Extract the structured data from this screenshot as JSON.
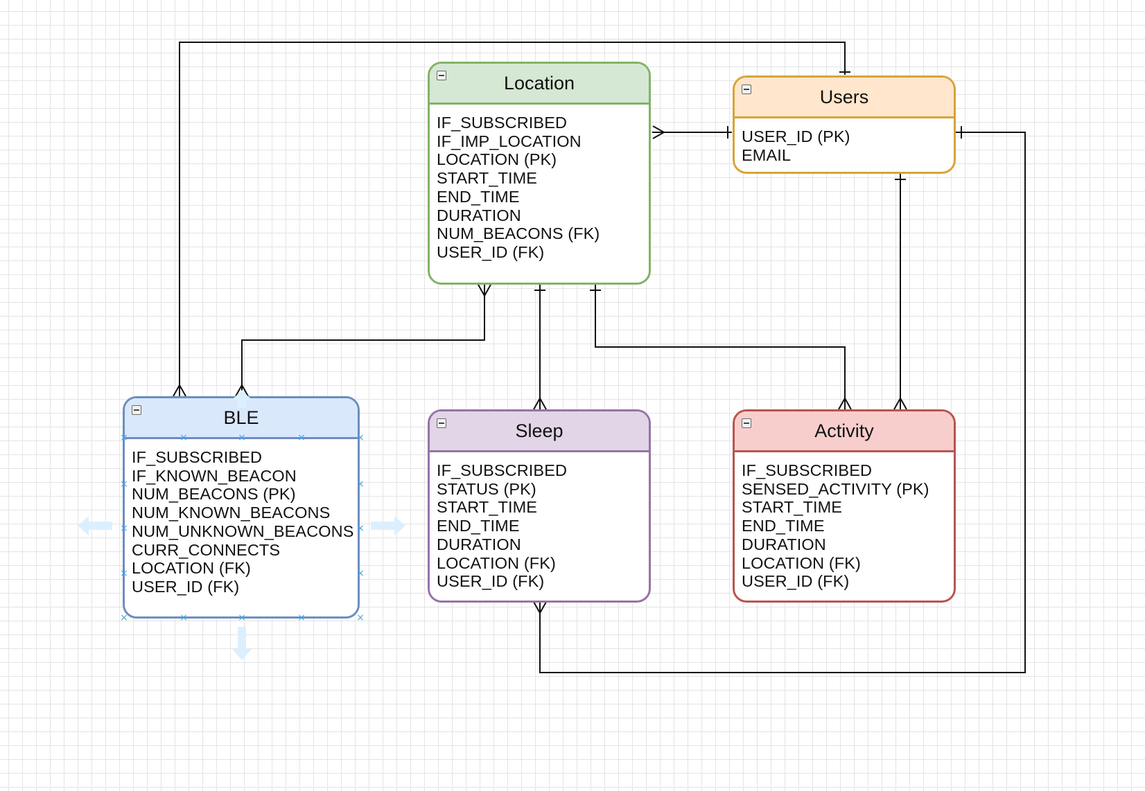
{
  "entities": {
    "location": {
      "title": "Location",
      "fields": [
        "IF_SUBSCRIBED",
        "IF_IMP_LOCATION",
        "LOCATION (PK)",
        "START_TIME",
        "END_TIME",
        "DURATION",
        "NUM_BEACONS (FK)",
        "USER_ID (FK)"
      ],
      "colors": {
        "fill": "#d5e8d4",
        "stroke": "#82b366"
      }
    },
    "users": {
      "title": "Users",
      "fields": [
        "USER_ID (PK)",
        "EMAIL"
      ],
      "colors": {
        "fill": "#ffe6cc",
        "stroke": "#d6a43a"
      }
    },
    "ble": {
      "title": "BLE",
      "fields": [
        "IF_SUBSCRIBED",
        "IF_KNOWN_BEACON",
        "NUM_BEACONS (PK)",
        "NUM_KNOWN_BEACONS",
        "NUM_UNKNOWN_BEACONS",
        "CURR_CONNECTS",
        "LOCATION (FK)",
        "USER_ID (FK)"
      ],
      "colors": {
        "fill": "#dae8fc",
        "stroke": "#6c8ebf"
      }
    },
    "sleep": {
      "title": "Sleep",
      "fields": [
        "IF_SUBSCRIBED",
        "STATUS (PK)",
        "START_TIME",
        "END_TIME",
        "DURATION",
        "LOCATION (FK)",
        "USER_ID (FK)"
      ],
      "colors": {
        "fill": "#e1d5e7",
        "stroke": "#9673a6"
      }
    },
    "activity": {
      "title": "Activity",
      "fields": [
        "IF_SUBSCRIBED",
        "SENSED_ACTIVITY (PK)",
        "START_TIME",
        "END_TIME",
        "DURATION",
        "LOCATION (FK)",
        "USER_ID (FK)"
      ],
      "colors": {
        "fill": "#f8cecc",
        "stroke": "#b85450"
      }
    }
  },
  "relationships": [
    {
      "from": "users",
      "from_end": "one",
      "to": "ble",
      "to_end": "many"
    },
    {
      "from": "users",
      "from_end": "one",
      "to": "location",
      "to_end": "many"
    },
    {
      "from": "location",
      "from_end": "many",
      "to": "ble",
      "to_end": "many"
    },
    {
      "from": "location",
      "from_end": "one",
      "to": "sleep",
      "to_end": "many"
    },
    {
      "from": "location",
      "from_end": "one",
      "to": "activity",
      "to_end": "many"
    },
    {
      "from": "users",
      "from_end": "one",
      "to": "activity",
      "to_end": "many"
    },
    {
      "from": "users",
      "from_end": "one",
      "to": "sleep",
      "to_end": "many"
    }
  ],
  "selection": {
    "selected_entity": "ble",
    "handle_glyph": "×"
  },
  "colors": {
    "edge": "#111111",
    "grid": "#e4e4e4",
    "selection": "#46a6e8",
    "guide_arrow": "#dcefff"
  }
}
